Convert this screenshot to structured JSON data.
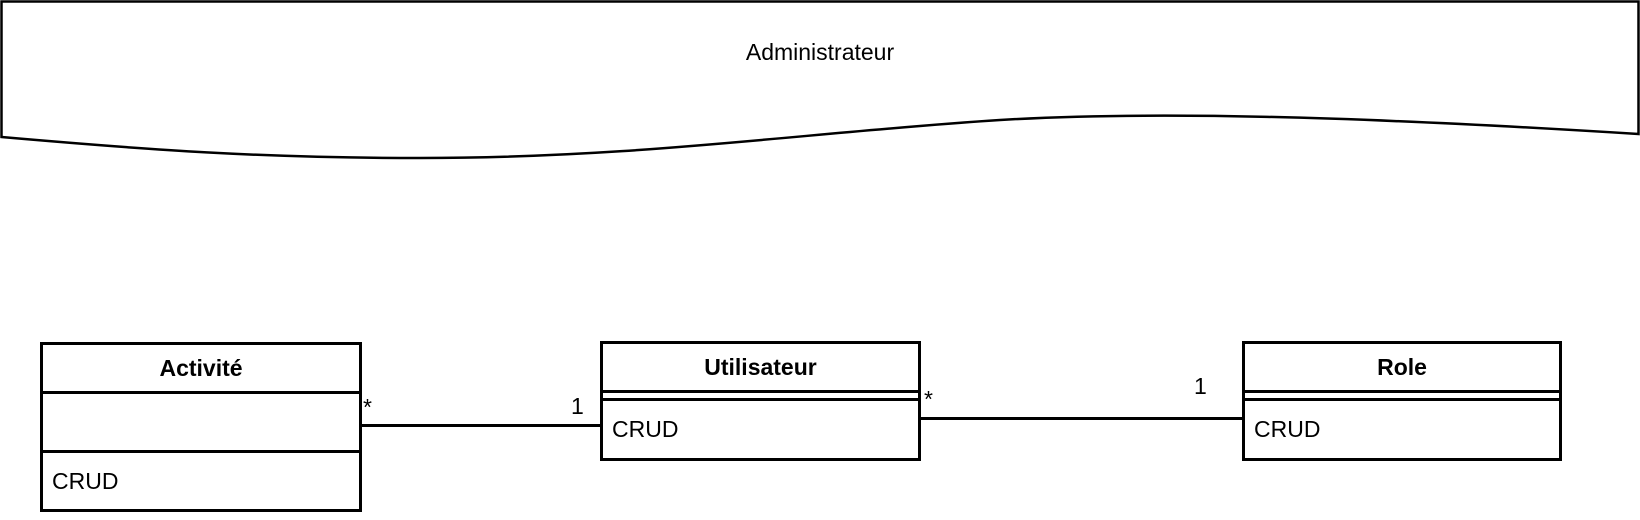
{
  "diagram": {
    "type": "uml-class-diagram",
    "boundary": {
      "label": "Administrateur"
    },
    "classes": [
      {
        "name": "Activité",
        "attributes_text": "",
        "operations_text": "CRUD"
      },
      {
        "name": "Utilisateur",
        "attributes_text": "",
        "operations_text": "CRUD"
      },
      {
        "name": "Role",
        "attributes_text": "",
        "operations_text": "CRUD"
      }
    ],
    "associations": [
      {
        "source": "Activité",
        "target": "Utilisateur",
        "source_multiplicity": "*",
        "target_multiplicity": "1"
      },
      {
        "source": "Utilisateur",
        "target": "Role",
        "source_multiplicity": "*",
        "target_multiplicity": "1"
      }
    ],
    "colors": {
      "stroke": "#000000",
      "fill": "#ffffff",
      "text": "#000000"
    }
  }
}
